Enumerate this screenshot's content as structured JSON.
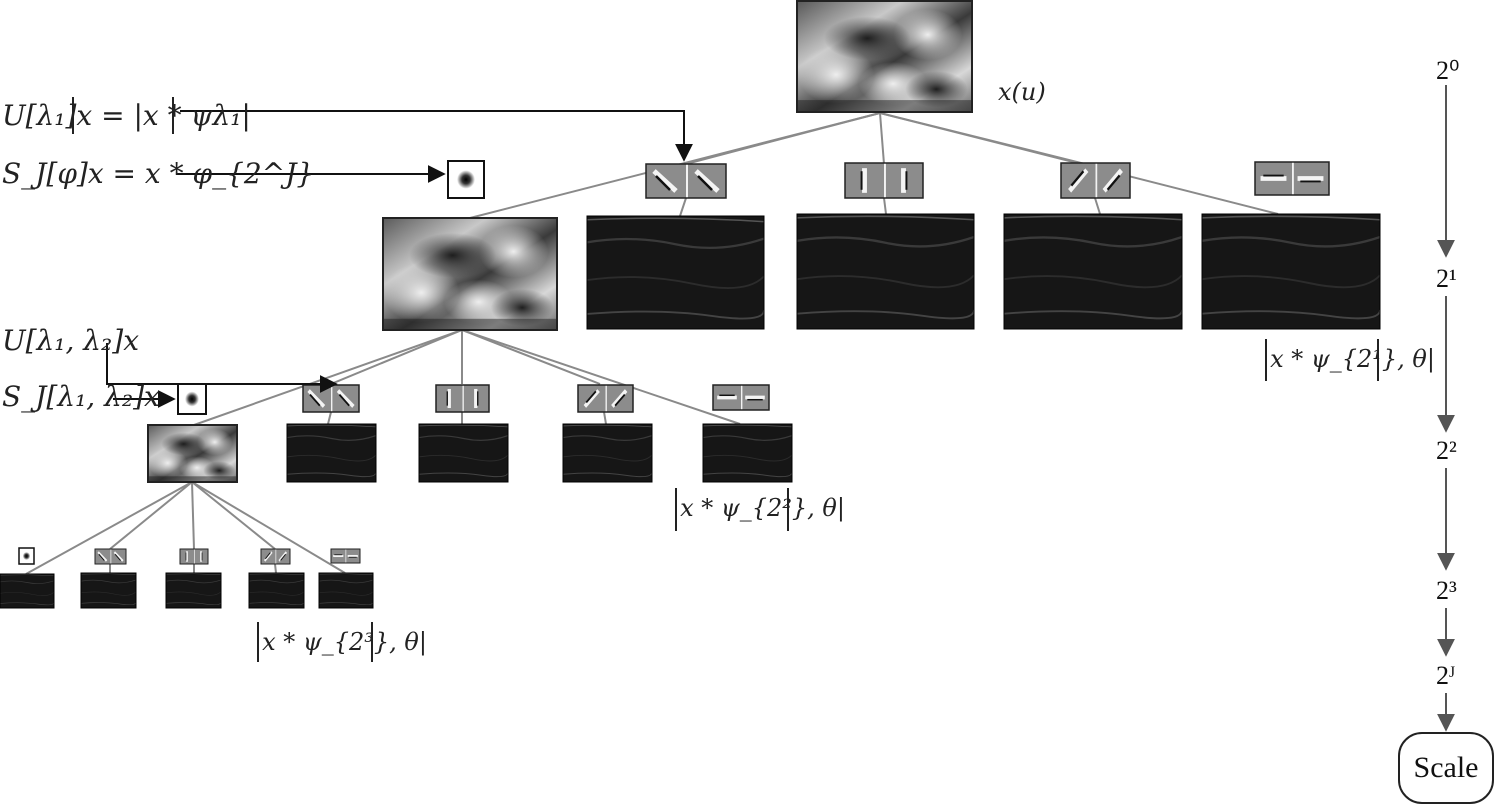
{
  "formulas": {
    "u_lambda1": "U[λ₁]x = |x * ψλ₁|",
    "s_phi": "S_J[φ]x = x * φ_{2^J}",
    "u_lambda12": "U[λ₁, λ₂]x",
    "s_lambda12": "S_J[λ₁, λ₂]x",
    "x_u": "x(u)",
    "mod_level1": "|x * ψ_{2¹}, θ|",
    "mod_level2": "|x * ψ_{2²}, θ|",
    "mod_level3": "|x * ψ_{2³}, θ|"
  },
  "scales": [
    "2⁰",
    "2¹",
    "2²",
    "2³",
    "2ᴶ"
  ],
  "scale_box": "Scale",
  "colors": {
    "line": "#8a8a8a",
    "arrow": "#111111",
    "dark_panel": "#141414",
    "filter_bg": "#8c8c8c"
  }
}
